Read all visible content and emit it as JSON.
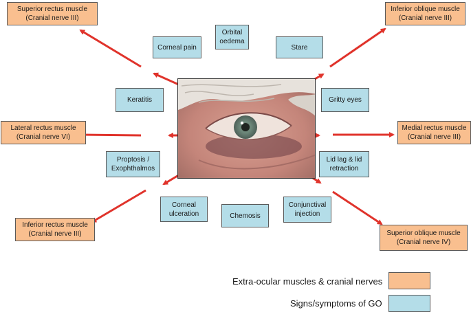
{
  "colors": {
    "muscle_fill": "#f9bf8f",
    "sign_fill": "#b4dde8",
    "arrow": "#e0332b"
  },
  "muscles": [
    {
      "id": "superior-rectus",
      "text": "Superior rectus muscle\n(Cranial nerve III)"
    },
    {
      "id": "inferior-oblique",
      "text": "Inferior oblique muscle\n(Cranial nerve III)"
    },
    {
      "id": "lateral-rectus",
      "text": "Lateral rectus muscle\n(Cranial nerve VI)"
    },
    {
      "id": "medial-rectus",
      "text": "Medial rectus muscle\n(Cranial nerve III)"
    },
    {
      "id": "inferior-rectus",
      "text": "Inferior rectus muscle\n(Cranial nerve III)"
    },
    {
      "id": "superior-oblique",
      "text": "Superior oblique muscle\n(Cranial nerve IV)"
    }
  ],
  "signs": [
    {
      "id": "corneal-pain",
      "text": "Corneal pain"
    },
    {
      "id": "orbital-oedema",
      "text": "Orbital\noedema"
    },
    {
      "id": "stare",
      "text": "Stare"
    },
    {
      "id": "keratitis",
      "text": "Keratitis"
    },
    {
      "id": "gritty-eyes",
      "text": "Gritty eyes"
    },
    {
      "id": "proptosis",
      "text": "Proptosis /\nExophthalmos"
    },
    {
      "id": "lid-lag",
      "text": "Lid lag & lid\nretraction"
    },
    {
      "id": "corneal-ulceration",
      "text": "Corneal\nulceration"
    },
    {
      "id": "chemosis",
      "text": "Chemosis"
    },
    {
      "id": "conjunctival-injection",
      "text": "Conjunctival\ninjection"
    }
  ],
  "legend": {
    "muscles_label": "Extra-ocular muscles & cranial nerves",
    "signs_label": "Signs/symptoms of GO"
  }
}
